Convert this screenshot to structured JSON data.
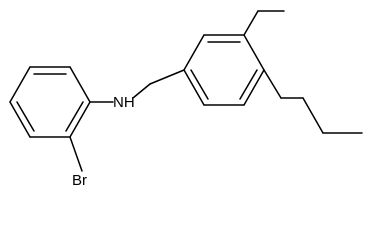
{
  "molecule": {
    "atoms": [
      {
        "id": "amine",
        "label": "NH"
      },
      {
        "id": "bromo",
        "label": "Br"
      }
    ]
  },
  "colors": {
    "background": "#ffffff",
    "bond": "#000000",
    "label": "#000000"
  }
}
